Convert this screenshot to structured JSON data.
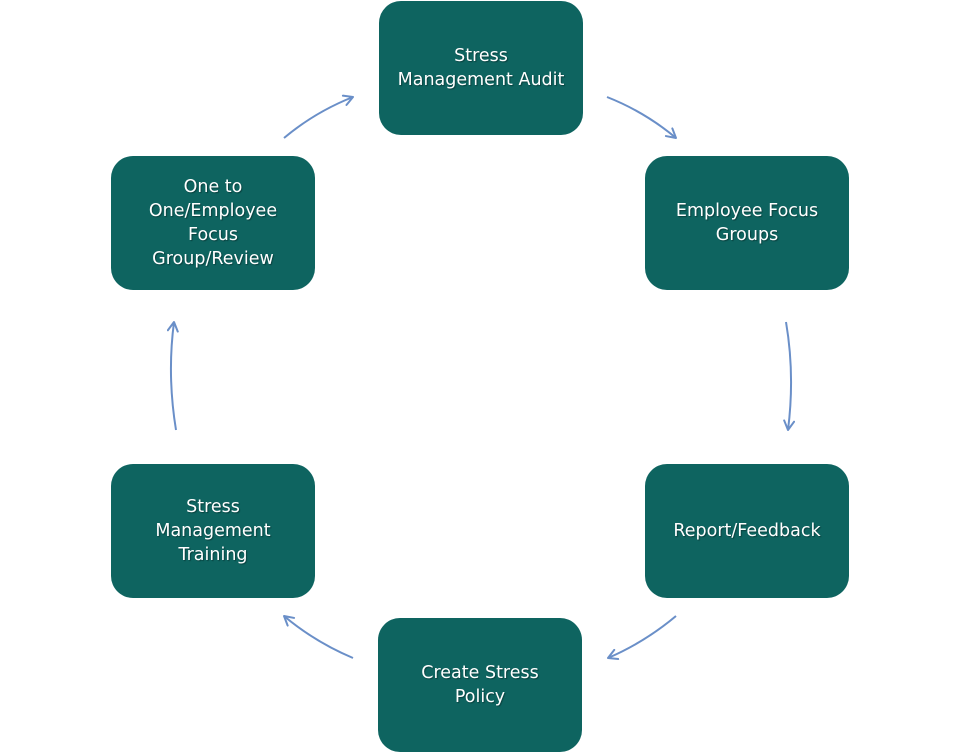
{
  "diagram": {
    "type": "cycle",
    "colors": {
      "node_fill": "#0e6460",
      "node_text": "#ffffff",
      "arrow": "#6a8fc8"
    },
    "nodes": [
      {
        "id": "stress-management-audit",
        "label": "Stress\nManagement Audit"
      },
      {
        "id": "employee-focus-groups",
        "label": "Employee Focus\nGroups"
      },
      {
        "id": "report-feedback",
        "label": "Report/Feedback"
      },
      {
        "id": "create-stress-policy",
        "label": "Create Stress\nPolicy"
      },
      {
        "id": "stress-management-training",
        "label": "Stress\nManagement\nTraining"
      },
      {
        "id": "one-to-one-review",
        "label": "One to\nOne/Employee\nFocus\nGroup/Review"
      }
    ],
    "edges": [
      {
        "from": "stress-management-audit",
        "to": "employee-focus-groups"
      },
      {
        "from": "employee-focus-groups",
        "to": "report-feedback"
      },
      {
        "from": "report-feedback",
        "to": "create-stress-policy"
      },
      {
        "from": "create-stress-policy",
        "to": "stress-management-training"
      },
      {
        "from": "stress-management-training",
        "to": "one-to-one-review"
      },
      {
        "from": "one-to-one-review",
        "to": "stress-management-audit"
      }
    ]
  }
}
